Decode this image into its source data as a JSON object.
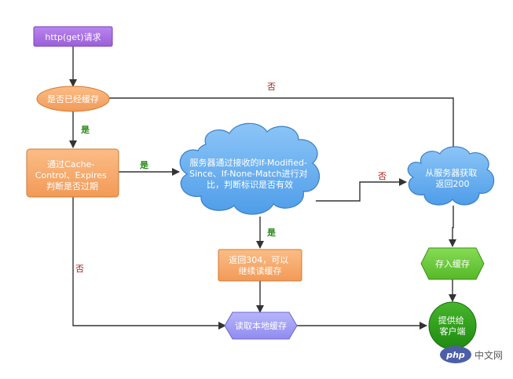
{
  "nodes": {
    "request": "http(get)请求",
    "is_cached": "是否已经缓存",
    "check_expires": [
      "通过Cache-",
      "Control、Expires",
      "判断是否过期"
    ],
    "server_compare": [
      "服务器通过接收的If-Modified-",
      "Since、If-None-Match进行对",
      "比，判断标识是否有效"
    ],
    "fetch_from_server": [
      "从服务器获取",
      "返回200"
    ],
    "return_304": [
      "返回304，可以",
      "继续读缓存"
    ],
    "store_cache": "存入缓存",
    "read_local": "读取本地缓存",
    "deliver_client": [
      "提供给",
      "客户端"
    ]
  },
  "edges": {
    "yes_cached": "是",
    "no_cached": "否",
    "yes_expired": "是",
    "no_expired": "否",
    "yes_valid": "是",
    "no_valid": "否"
  },
  "watermark": {
    "logo": "php",
    "site": "中文网"
  },
  "colors": {
    "purple": "#a56ee0",
    "orange": "#f7a86b",
    "blue": "#6aaef0",
    "indigo": "#a29ff5",
    "green_light": "#6cc93a",
    "green_dark": "#2f9e1b",
    "line": "#333333"
  }
}
